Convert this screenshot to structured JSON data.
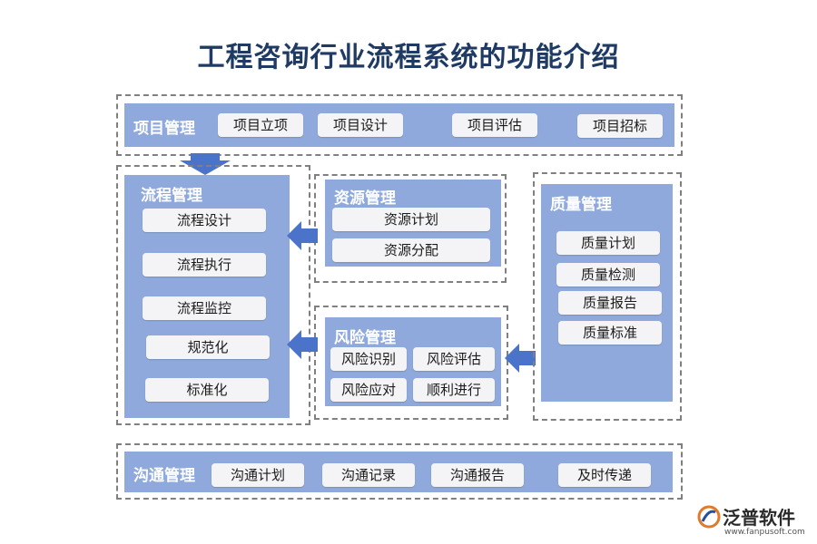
{
  "title": "工程咨询行业流程系统的功能介绍",
  "project_mgmt": {
    "title": "项目管理",
    "items": [
      "项目立项",
      "项目设计",
      "项目评估",
      "项目招标"
    ]
  },
  "process_mgmt": {
    "title": "流程管理",
    "items": [
      "流程设计",
      "流程执行",
      "流程监控",
      "规范化",
      "标准化"
    ]
  },
  "resource_mgmt": {
    "title": "资源管理",
    "items": [
      "资源计划",
      "资源分配"
    ]
  },
  "quality_mgmt": {
    "title": "质量管理",
    "items": [
      "质量计划",
      "质量检测",
      "质量报告",
      "质量标准"
    ]
  },
  "risk_mgmt": {
    "title": "风险管理",
    "items": [
      "风险识别",
      "风险评估",
      "风险应对",
      "顺利进行"
    ]
  },
  "comm_mgmt": {
    "title": "沟通管理",
    "items": [
      "沟通计划",
      "沟通记录",
      "沟通报告",
      "及时传递"
    ]
  },
  "logo": {
    "name": "泛普软件",
    "url": "www.fanpusoft.com"
  },
  "colors": {
    "panel": "#8fa9dc",
    "arrow": "#4a73c9",
    "title": "#1f3a63"
  }
}
